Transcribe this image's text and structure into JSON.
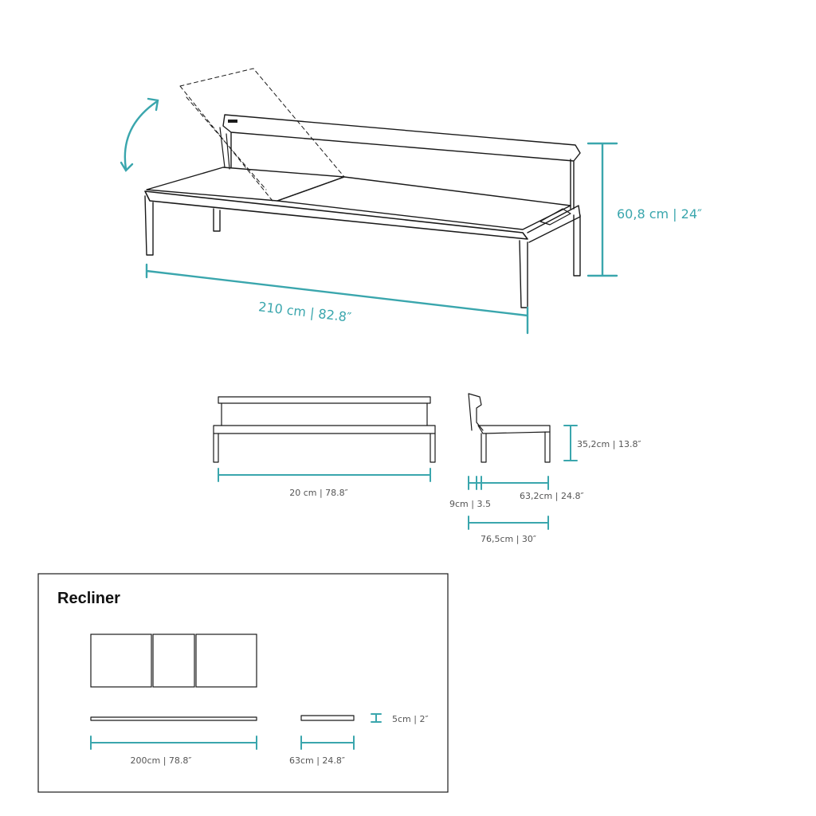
{
  "colors": {
    "accent": "#3aa6ad",
    "ink": "#1a1a1a",
    "label": "#555555"
  },
  "main_view": {
    "length_label": "210 cm | 82.8″",
    "height_label": "60,8 cm | 24″"
  },
  "front_view": {
    "width_label": "20 cm | 78.8″"
  },
  "side_view": {
    "seat_height_label": "35,2cm | 13.8″",
    "back_depth_label": "9cm | 3.5",
    "seat_depth_label": "63,2cm | 24.8″",
    "total_depth_label": "76,5cm | 30″"
  },
  "recliner_box": {
    "title": "Recliner",
    "width_label": "200cm | 78.8″",
    "depth_label": "63cm | 24.8″",
    "thickness_label": "5cm | 2″"
  }
}
